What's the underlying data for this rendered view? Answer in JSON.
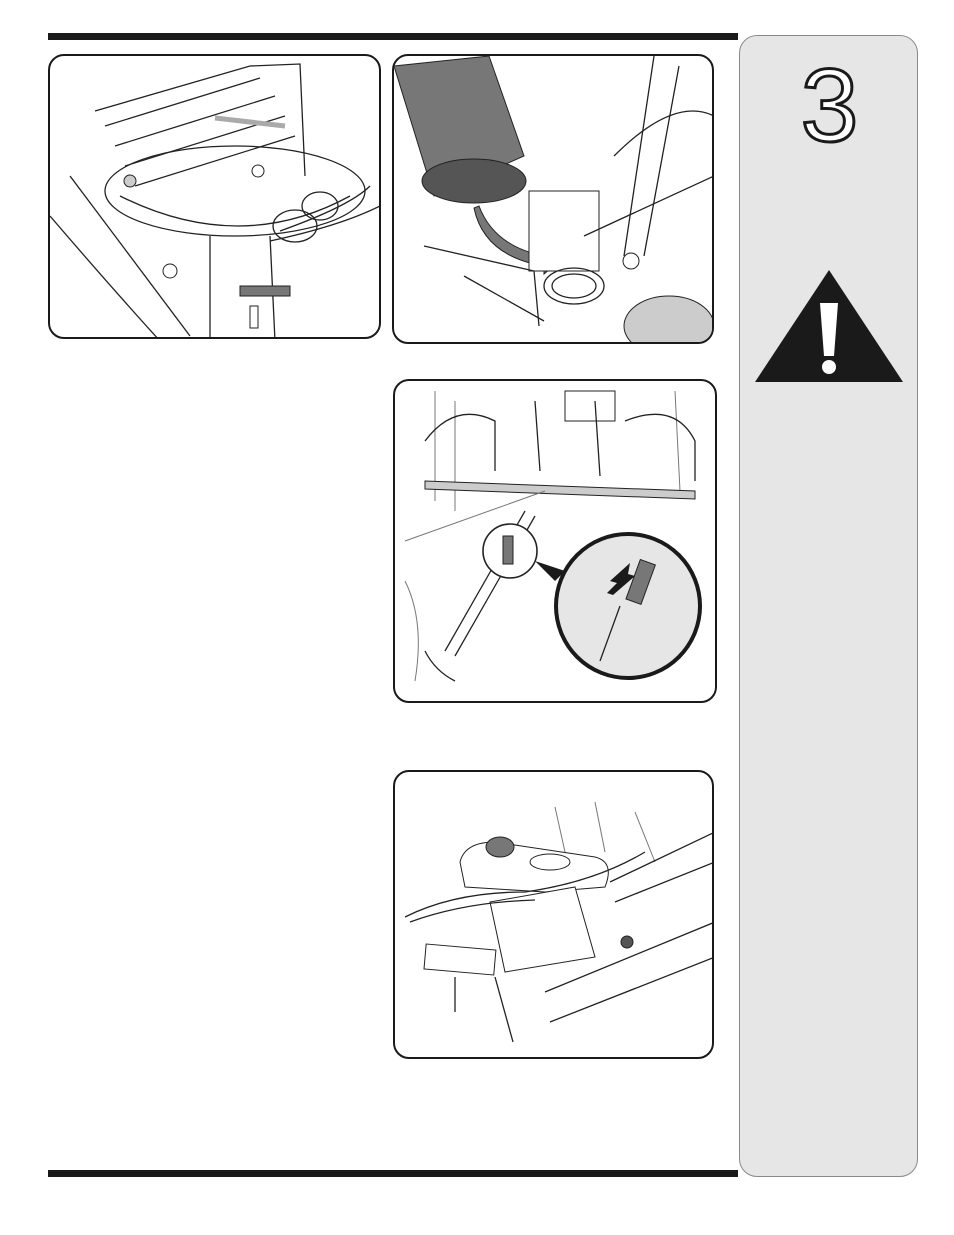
{
  "page": {
    "chapter_number": "3",
    "sidebar_icon": "warning-triangle-icon"
  },
  "figures": [
    {
      "name": "chute-flange-assembly",
      "icon": "chute-hardware-exploded-illustration"
    },
    {
      "name": "chute-installation-arrow",
      "icon": "chute-placement-illustration"
    },
    {
      "name": "cable-connector-detail",
      "icon": "cable-connection-illustration"
    },
    {
      "name": "fuel-tank-cable-routing",
      "icon": "engine-tank-illustration"
    }
  ],
  "colors": {
    "rule": "#1a1a1a",
    "sidebar_bg": "#e6e6e6",
    "sidebar_border": "#8a8a8a",
    "warning": "#1a1a1a",
    "arrow_fill": "#777777"
  }
}
